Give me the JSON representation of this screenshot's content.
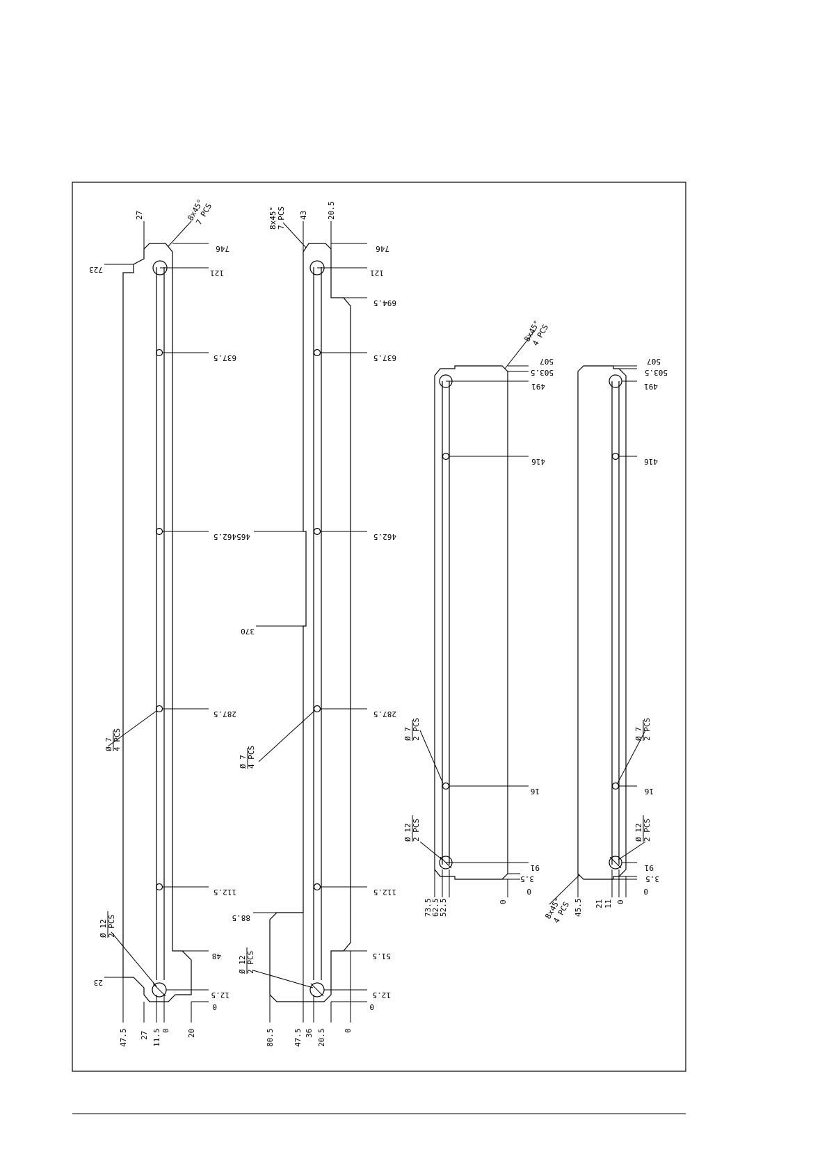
{
  "parts": [
    {
      "id": "part1",
      "right_dims": [
        "746",
        "121",
        "637.5",
        "462.5",
        "287.5",
        "112.5",
        "48",
        "12.5",
        "0"
      ],
      "left_dims": [
        "723",
        "465",
        "23"
      ],
      "top_dims": [
        "27",
        "8x45°",
        "7 PCS"
      ],
      "bottom_dims": [
        "47.5",
        "27",
        "11.5",
        "0",
        "20"
      ],
      "hole_callouts": [
        {
          "dia": "Ø 7",
          "qty": "4 PCS"
        },
        {
          "dia": "Ø 12",
          "qty": "2 PCS"
        }
      ]
    },
    {
      "id": "part2",
      "right_dims": [
        "746",
        "121",
        "694.5",
        "637.5",
        "462.5",
        "287.5",
        "112.5",
        "51.5",
        "12.5",
        "0"
      ],
      "left_dims": [
        "370",
        "88.5"
      ],
      "top_dims": [
        "8x45°",
        "7 PCS",
        "43",
        "20.5"
      ],
      "bottom_dims": [
        "80.5",
        "47.5",
        "36",
        "20.5",
        "0"
      ],
      "hole_callouts": [
        {
          "dia": "Ø 7",
          "qty": "4 PCS"
        },
        {
          "dia": "Ø 12",
          "qty": "2 PCS"
        }
      ]
    },
    {
      "id": "part3",
      "right_dims": [
        "507",
        "503.5",
        "491",
        "416",
        "91",
        "16",
        "3.5",
        "0"
      ],
      "top_dims": [
        "8x45°",
        "4 PCS"
      ],
      "bottom_dims": [
        "73.5",
        "62.5",
        "52.5",
        "0"
      ],
      "hole_callouts": [
        {
          "dia": "Ø 7",
          "qty": "2 PCS"
        },
        {
          "dia": "Ø 12",
          "qty": "2 PCS"
        }
      ]
    },
    {
      "id": "part4",
      "right_dims": [
        "507",
        "503.5",
        "491",
        "416",
        "91",
        "16",
        "3.5",
        "0"
      ],
      "bottom_dims": [
        "45.5",
        "21",
        "11",
        "0"
      ],
      "chamfer": {
        "size": "8x45°",
        "qty": "4 PCS"
      },
      "hole_callouts": [
        {
          "dia": "Ø 7",
          "qty": "2 PCS"
        },
        {
          "dia": "Ø 12",
          "qty": "2 PCS"
        }
      ]
    }
  ]
}
